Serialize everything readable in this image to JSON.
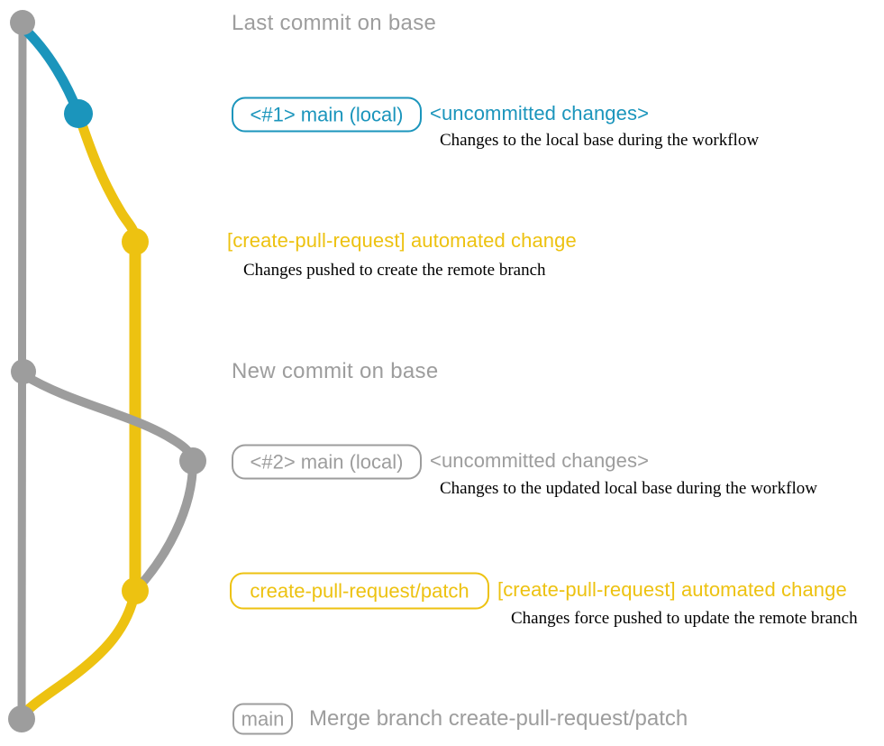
{
  "colors": {
    "gray": "#9d9d9d",
    "blue": "#1b95bc",
    "yellow": "#edc211",
    "ink": "#000000"
  },
  "sections": {
    "top": {
      "title": "Last commit on base"
    },
    "local1": {
      "badge": "<#1> main (local)",
      "heading": "<uncommitted changes>",
      "description": "Changes to the local base during the workflow"
    },
    "push1": {
      "heading": "[create-pull-request] automated change",
      "description": "Changes pushed to create the remote branch"
    },
    "newbase": {
      "title": "New commit on base"
    },
    "local2": {
      "badge": "<#2> main (local)",
      "heading": "<uncommitted changes>",
      "description": "Changes to the updated local base during the workflow"
    },
    "push2": {
      "badge": "create-pull-request/patch",
      "heading": "[create-pull-request] automated change",
      "description": "Changes force pushed to update the remote branch"
    },
    "merge": {
      "badge": "main",
      "heading": "Merge branch create-pull-request/patch"
    }
  }
}
